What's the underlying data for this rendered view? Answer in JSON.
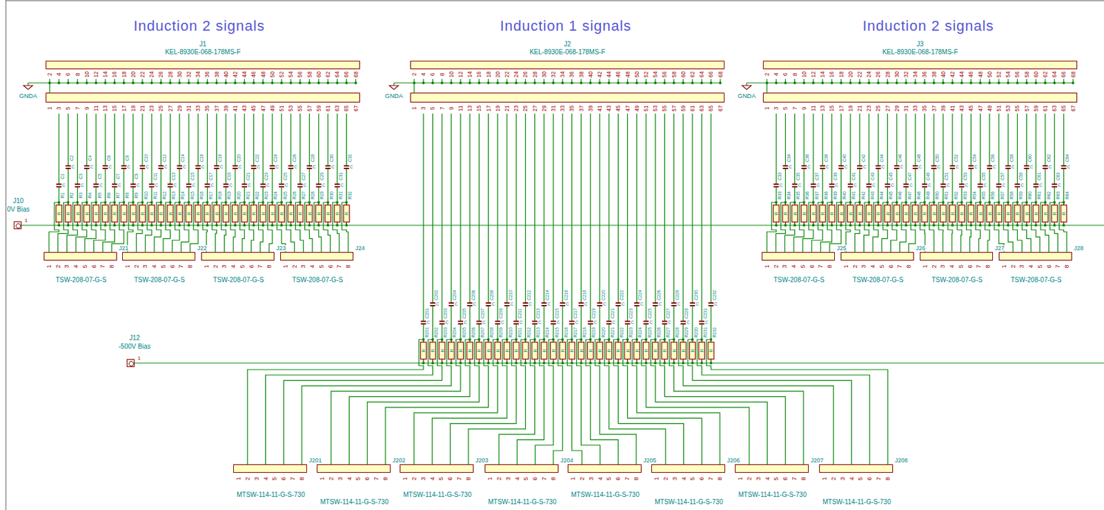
{
  "diagram": {
    "nodes": [
      {
        "text": [
          "J1",
          "KEL-8930E-068-178MS-F"
        ]
      },
      {
        "text": [
          "J2",
          "KEL-8930E-068-178MS-F"
        ]
      },
      {
        "text": [
          "J3",
          "KEL-8930E-068-178MS-F"
        ]
      },
      {
        "text": [
          "J10",
          "0V Bias"
        ]
      },
      {
        "text": [
          "J21",
          "TSW-208-07-G-S"
        ]
      },
      {
        "text": [
          "J22",
          "TSW-208-07-G-S"
        ]
      },
      {
        "text": [
          "J23",
          "TSW-208-07-G-S"
        ]
      },
      {
        "text": [
          "J24",
          "TSW-208-07-G-S"
        ]
      },
      {
        "text": [
          "J25",
          "TSW-208-07-G-S"
        ]
      },
      {
        "text": [
          "J26",
          "TSW-208-07-G-S"
        ]
      },
      {
        "text": [
          "J27",
          "TSW-208-07-G-S"
        ]
      },
      {
        "text": [
          "J28",
          "TSW-208-07-G-S"
        ]
      },
      {
        "text": [
          "J12",
          "-500V Bias"
        ]
      },
      {
        "text": [
          "J201",
          "MTSW-114-11-G-S-730"
        ]
      },
      {
        "text": [
          "J202",
          "MTSW-114-11-G-S-730"
        ]
      },
      {
        "text": [
          "J203",
          "MTSW-114-11-G-S-730"
        ]
      },
      {
        "text": [
          "J204",
          "MTSW-114-11-G-S-730"
        ]
      },
      {
        "text": [
          "J205",
          "MTSW-114-11-G-S-730"
        ]
      },
      {
        "text": [
          "J206",
          "MTSW-114-11-G-S-730"
        ]
      },
      {
        "text": [
          "J207",
          "MTSW-114-11-G-S-730"
        ]
      },
      {
        "text": [
          "J208",
          "MTSW-114-11-G-S-730"
        ]
      }
    ],
    "edges": [
      {
        "from": 0,
        "to": 4,
        "arrow": "none"
      },
      {
        "from": 0,
        "to": 5,
        "arrow": "none"
      },
      {
        "from": 0,
        "to": 6,
        "arrow": "none"
      },
      {
        "from": 0,
        "to": 7,
        "arrow": "none"
      },
      {
        "from": 2,
        "to": 8,
        "arrow": "none"
      },
      {
        "from": 2,
        "to": 9,
        "arrow": "none"
      },
      {
        "from": 2,
        "to": 10,
        "arrow": "none"
      },
      {
        "from": 2,
        "to": 11,
        "arrow": "none"
      },
      {
        "from": 1,
        "to": 13,
        "arrow": "none"
      },
      {
        "from": 1,
        "to": 14,
        "arrow": "none"
      },
      {
        "from": 1,
        "to": 15,
        "arrow": "none"
      },
      {
        "from": 1,
        "to": 16,
        "arrow": "none"
      },
      {
        "from": 1,
        "to": 17,
        "arrow": "none"
      },
      {
        "from": 1,
        "to": 18,
        "arrow": "none"
      },
      {
        "from": 1,
        "to": 19,
        "arrow": "none"
      },
      {
        "from": 1,
        "to": 20,
        "arrow": "none"
      }
    ],
    "labels": [
      "Induction 2 signals",
      "Induction 1 signals",
      "Induction 2 signals",
      "GNDA",
      "GNDA",
      "GNDA",
      "2",
      "4",
      "6",
      "8",
      "10",
      "12",
      "14",
      "16",
      "18",
      "20",
      "22",
      "24",
      "26",
      "28",
      "30",
      "32",
      "34",
      "36",
      "38",
      "40",
      "42",
      "44",
      "46",
      "48",
      "50",
      "52",
      "54",
      "56",
      "58",
      "60",
      "62",
      "64",
      "66",
      "68",
      "1",
      "3",
      "5",
      "7",
      "9",
      "11",
      "13",
      "15",
      "17",
      "19",
      "21",
      "23",
      "25",
      "27",
      "29",
      "31",
      "33",
      "35",
      "37",
      "39",
      "41",
      "43",
      "45",
      "47",
      "49",
      "51",
      "53",
      "55",
      "57",
      "59",
      "61",
      "63",
      "65",
      "67",
      "2",
      "4",
      "6",
      "8",
      "10",
      "12",
      "14",
      "16",
      "18",
      "20",
      "22",
      "24",
      "26",
      "28",
      "30",
      "32",
      "34",
      "36",
      "38",
      "40",
      "42",
      "44",
      "46",
      "48",
      "50",
      "52",
      "54",
      "56",
      "58",
      "60",
      "62",
      "64",
      "66",
      "68",
      "1",
      "3",
      "5",
      "7",
      "9",
      "11",
      "13",
      "15",
      "17",
      "19",
      "21",
      "23",
      "25",
      "27",
      "29",
      "31",
      "33",
      "35",
      "37",
      "39",
      "41",
      "43",
      "45",
      "47",
      "49",
      "51",
      "53",
      "55",
      "57",
      "59",
      "61",
      "63",
      "65",
      "67",
      "2",
      "4",
      "6",
      "8",
      "10",
      "12",
      "14",
      "16",
      "18",
      "20",
      "22",
      "24",
      "26",
      "28",
      "30",
      "32",
      "34",
      "36",
      "38",
      "40",
      "42",
      "44",
      "46",
      "48",
      "50",
      "52",
      "54",
      "56",
      "58",
      "60",
      "62",
      "64",
      "66",
      "68",
      "1",
      "3",
      "5",
      "7",
      "9",
      "11",
      "13",
      "15",
      "17",
      "19",
      "21",
      "23",
      "25",
      "27",
      "29",
      "31",
      "33",
      "35",
      "37",
      "39",
      "41",
      "43",
      "45",
      "47",
      "49",
      "51",
      "53",
      "55",
      "57",
      "59",
      "61",
      "63",
      "65",
      "67",
      "1",
      "1",
      "C1",
      "C",
      "C2",
      "C",
      "C3",
      "C",
      "C4",
      "C",
      "C5",
      "C",
      "C6",
      "C",
      "C7",
      "C",
      "C8",
      "C",
      "C9",
      "C",
      "C10",
      "C",
      "C11",
      "C",
      "C12",
      "C",
      "C13",
      "C",
      "C14",
      "C",
      "C15",
      "C",
      "C16",
      "C",
      "C17",
      "C",
      "C18",
      "C",
      "C19",
      "C",
      "C20",
      "C",
      "C21",
      "C",
      "C22",
      "C",
      "C23",
      "C",
      "C24",
      "C",
      "C25",
      "C",
      "C26",
      "C",
      "C27",
      "C",
      "C28",
      "C",
      "C29",
      "C",
      "C30",
      "C",
      "C31",
      "C",
      "C32",
      "C",
      "C33",
      "C",
      "C34",
      "C",
      "C35",
      "C",
      "C36",
      "C",
      "C37",
      "C",
      "C38",
      "C",
      "C39",
      "C",
      "C40",
      "C",
      "C41",
      "C",
      "C42",
      "C",
      "C43",
      "C",
      "C44",
      "C",
      "C45",
      "C",
      "C46",
      "C",
      "C47",
      "C",
      "C48",
      "C",
      "C49",
      "C",
      "C50",
      "C",
      "C51",
      "C",
      "C52",
      "C",
      "C53",
      "C",
      "C54",
      "C",
      "C55",
      "C",
      "C56",
      "C",
      "C57",
      "C",
      "C58",
      "C",
      "C59",
      "C",
      "C60",
      "C",
      "C61",
      "C",
      "C62",
      "C",
      "C63",
      "C",
      "C64",
      "C",
      "C201",
      "C",
      "C202",
      "C",
      "C203",
      "C",
      "C204",
      "C",
      "C205",
      "C",
      "C206",
      "C",
      "C207",
      "C",
      "C208",
      "C",
      "C209",
      "C",
      "C210",
      "C",
      "C211",
      "C",
      "C212",
      "C",
      "C213",
      "C",
      "C214",
      "C",
      "C215",
      "C",
      "C216",
      "C",
      "C217",
      "C",
      "C218",
      "C",
      "C219",
      "C",
      "C220",
      "C",
      "C221",
      "C",
      "C222",
      "C",
      "C223",
      "C",
      "C224",
      "C",
      "C225",
      "C",
      "C226",
      "C",
      "C227",
      "C",
      "C228",
      "C",
      "C229",
      "C",
      "C230",
      "C",
      "C231",
      "C",
      "C232",
      "C",
      "R1",
      "R",
      "R2",
      "R",
      "R3",
      "R",
      "R4",
      "R",
      "R5",
      "R",
      "R6",
      "R",
      "R7",
      "R",
      "R8",
      "R",
      "R9",
      "R",
      "R10",
      "R",
      "R11",
      "R",
      "R12",
      "R",
      "R13",
      "R",
      "R14",
      "R",
      "R15",
      "R",
      "R16",
      "R",
      "R17",
      "R",
      "R18",
      "R",
      "R19",
      "R",
      "R20",
      "R",
      "R21",
      "R",
      "R22",
      "R",
      "R23",
      "R",
      "R24",
      "R",
      "R25",
      "R",
      "R26",
      "R",
      "R27",
      "R",
      "R28",
      "R",
      "R29",
      "R",
      "R30",
      "R",
      "R31",
      "R",
      "R32",
      "R",
      "R33",
      "R",
      "R34",
      "R",
      "R35",
      "R",
      "R36",
      "R",
      "R37",
      "R",
      "R38",
      "R",
      "R39",
      "R",
      "R40",
      "R",
      "R41",
      "R",
      "R42",
      "R",
      "R43",
      "R",
      "R44",
      "R",
      "R45",
      "R",
      "R46",
      "R",
      "R47",
      "R",
      "R48",
      "R",
      "R49",
      "R",
      "R50",
      "R",
      "R51",
      "R",
      "R52",
      "R",
      "R53",
      "R",
      "R54",
      "R",
      "R55",
      "R",
      "R56",
      "R",
      "R57",
      "R",
      "R58",
      "R",
      "R59",
      "R",
      "R60",
      "R",
      "R61",
      "R",
      "R62",
      "R",
      "R63",
      "R",
      "R64",
      "R",
      "R201",
      "R",
      "R202",
      "R",
      "R203",
      "R",
      "R204",
      "R",
      "R205",
      "R",
      "R206",
      "R",
      "R207",
      "R",
      "R208",
      "R",
      "R209",
      "R",
      "R210",
      "R",
      "R211",
      "R",
      "R212",
      "R",
      "R213",
      "R",
      "R214",
      "R",
      "R215",
      "R",
      "R216",
      "R",
      "R217",
      "R",
      "R218",
      "R",
      "R219",
      "R",
      "R220",
      "R",
      "R221",
      "R",
      "R222",
      "R",
      "R223",
      "R",
      "R224",
      "R",
      "R225",
      "R",
      "R226",
      "R",
      "R227",
      "R",
      "R228",
      "R",
      "R229",
      "R",
      "R230",
      "R",
      "R231",
      "R",
      "R232",
      "R",
      "1",
      "2",
      "3",
      "4",
      "5",
      "6",
      "7",
      "8",
      "1",
      "2",
      "3",
      "4",
      "5",
      "6",
      "7",
      "8",
      "1",
      "2",
      "3",
      "4",
      "5",
      "6",
      "7",
      "8",
      "1",
      "2",
      "3",
      "4",
      "5",
      "6",
      "7",
      "8",
      "1",
      "2",
      "3",
      "4",
      "5",
      "6",
      "7",
      "8",
      "1",
      "2",
      "3",
      "4",
      "5",
      "6",
      "7",
      "8",
      "1",
      "2",
      "3",
      "4",
      "5",
      "6",
      "7",
      "8",
      "1",
      "2",
      "3",
      "4",
      "5",
      "6",
      "7",
      "8",
      "1",
      "2",
      "3",
      "4",
      "5",
      "6",
      "7",
      "8",
      "1",
      "2",
      "3",
      "4",
      "5",
      "6",
      "7",
      "8",
      "1",
      "2",
      "3",
      "4",
      "5",
      "6",
      "7",
      "8",
      "1",
      "2",
      "3",
      "4",
      "5",
      "6",
      "7",
      "8",
      "1",
      "2",
      "3",
      "4",
      "5",
      "6",
      "7",
      "8",
      "1",
      "2",
      "3",
      "4",
      "5",
      "6",
      "7",
      "8",
      "1",
      "2",
      "3",
      "4",
      "5",
      "6",
      "7",
      "8",
      "1",
      "2",
      "3",
      "4",
      "5",
      "6",
      "7",
      "8"
    ]
  }
}
